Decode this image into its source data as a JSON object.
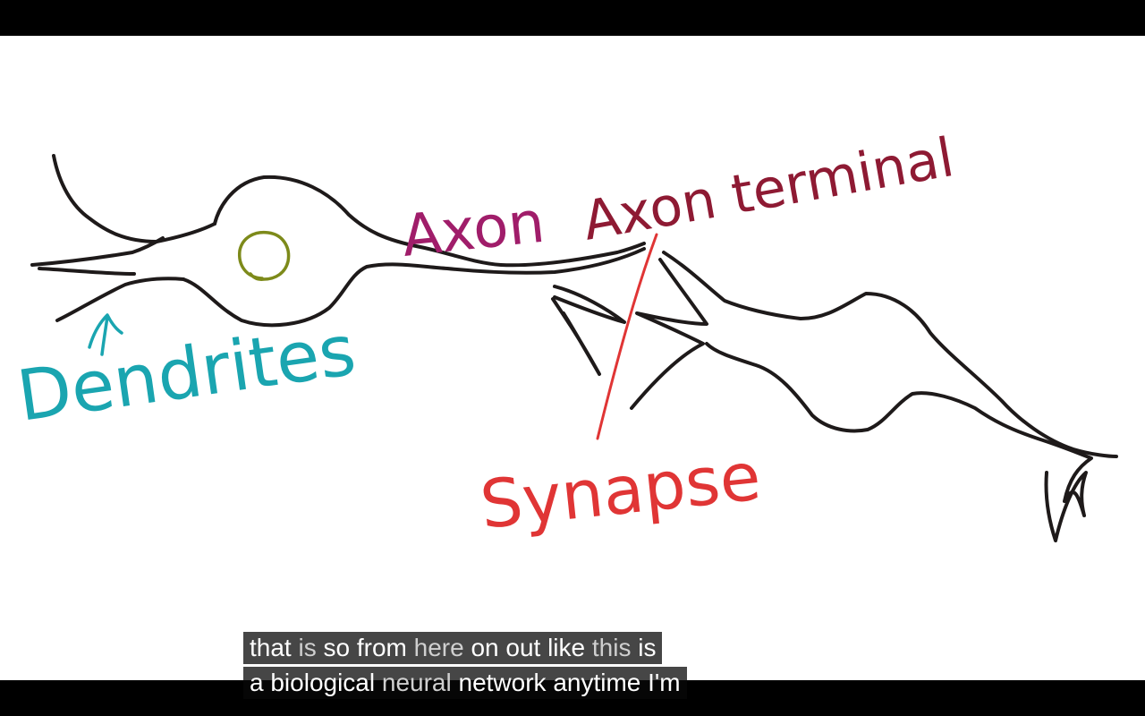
{
  "video": {
    "diagram": {
      "labels": {
        "dendrites": "Dendrites",
        "axon": "Axon",
        "axon_terminal": "Axon terminal",
        "synapse": "Synapse"
      },
      "colors": {
        "outline": "#1e1a1a",
        "dendrites": "#1aa5b0",
        "axon": "#a01d6a",
        "axon_terminal": "#8e1a33",
        "synapse": "#e03535",
        "nucleus": "#7d8a1a"
      }
    },
    "captions": {
      "line1": [
        {
          "text": "that ",
          "dim": false
        },
        {
          "text": "is ",
          "dim": true
        },
        {
          "text": "so from ",
          "dim": false
        },
        {
          "text": "here ",
          "dim": true
        },
        {
          "text": "on out like ",
          "dim": false
        },
        {
          "text": "this ",
          "dim": true
        },
        {
          "text": "is",
          "dim": false
        }
      ],
      "line2": [
        {
          "text": "a biological ",
          "dim": false
        },
        {
          "text": "neural ",
          "dim": true
        },
        {
          "text": "network anytime I'm",
          "dim": false
        }
      ]
    }
  }
}
